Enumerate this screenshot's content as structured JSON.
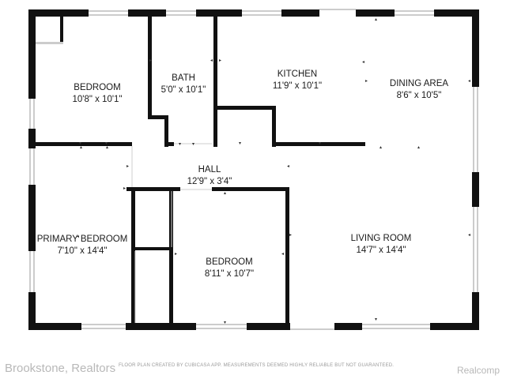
{
  "rooms": {
    "bedroom_1": {
      "name": "BEDROOM",
      "size": "10'8\" x 10'1\""
    },
    "bath": {
      "name": "BATH",
      "size": "5'0\" x 10'1\""
    },
    "kitchen": {
      "name": "KITCHEN",
      "size": "11'9\" x 10'1\""
    },
    "dining": {
      "name": "DINING AREA",
      "size": "8'6\" x 10'5\""
    },
    "hall": {
      "name": "HALL",
      "size": "12'9\" x 3'4\""
    },
    "primary_bedroom": {
      "name": "PRIMARY BEDROOM",
      "size": "7'10\" x 14'4\""
    },
    "bedroom_2": {
      "name": "BEDROOM",
      "size": "8'11\" x 10'7\""
    },
    "living": {
      "name": "LIVING ROOM",
      "size": "14'7\" x 14'4\""
    }
  },
  "footer": {
    "brand": "Brookstone, Realtors",
    "disclaimer": "FLOOR PLAN CREATED BY CUBICASA APP. MEASUREMENTS DEEMED HIGHLY RELIABLE BUT NOT GUARANTEED.",
    "source": "Realcomp"
  },
  "colors": {
    "wall": "#111111",
    "window": "#9a9a9a"
  }
}
